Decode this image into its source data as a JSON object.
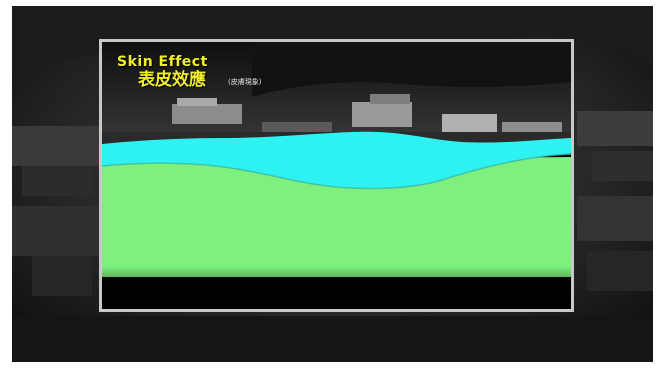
{
  "title": {
    "english": "Skin Effect",
    "chinese": "表皮效應",
    "chinese_sub": "(皮膚現象)"
  },
  "colors": {
    "title_text": "#f2ee2a",
    "skin_layer": "#2ef2f2",
    "bulk_layer": "#7df07d",
    "frame_border": "#c8c8c8",
    "background": "#1a1a1a"
  }
}
